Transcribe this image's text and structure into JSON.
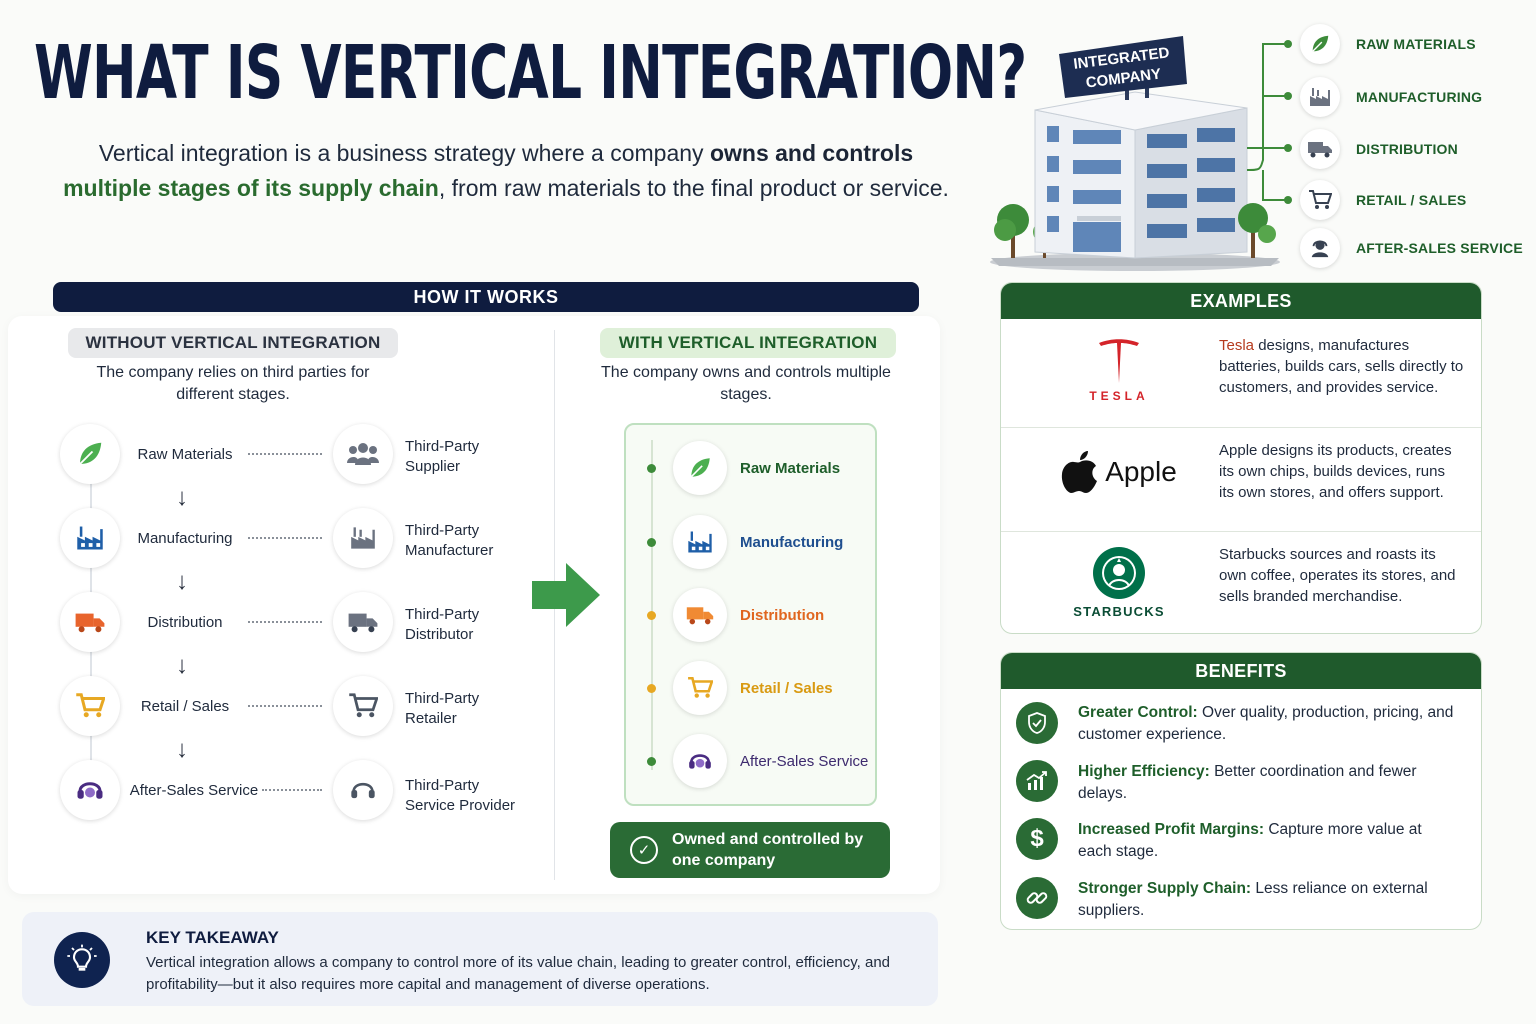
{
  "title": "WHAT IS VERTICAL INTEGRATION?",
  "intro": {
    "part1": "Vertical integration is a business strategy where a company ",
    "bold": "owns and controls",
    "green": "multiple stages of its supply chain",
    "part2": ", from raw materials to the final product or service."
  },
  "building": {
    "sign_line1": "INTEGRATED",
    "sign_line2": "COMPANY"
  },
  "stages_top": [
    {
      "label": "RAW MATERIALS",
      "icon": "leaf-icon"
    },
    {
      "label": "MANUFACTURING",
      "icon": "factory-icon"
    },
    {
      "label": "DISTRIBUTION",
      "icon": "truck-icon"
    },
    {
      "label": "RETAIL / SALES",
      "icon": "cart-icon"
    },
    {
      "label": "AFTER-SALES SERVICE",
      "icon": "headset-icon"
    }
  ],
  "how": {
    "header": "HOW IT WORKS",
    "without": {
      "title": "WITHOUT VERTICAL INTEGRATION",
      "subtitle": "The company relies on third parties for different stages.",
      "stages": [
        "Raw Materials",
        "Manufacturing",
        "Distribution",
        "Retail / Sales",
        "After-Sales Service"
      ],
      "third_party_line1": [
        "Third-Party",
        "Third-Party",
        "Third-Party",
        "Third-Party",
        "Third-Party"
      ],
      "third_party_line2": [
        "Supplier",
        "Manufacturer",
        "Distributor",
        "Retailer",
        "Service Provider"
      ]
    },
    "with": {
      "title": "WITH VERTICAL INTEGRATION",
      "subtitle": "The company owns and controls multiple stages.",
      "stages": [
        "Raw Materials",
        "Manufacturing",
        "Distribution",
        "Retail / Sales",
        "After-Sales Service"
      ],
      "badge": "Owned and controlled by one company"
    }
  },
  "colors": {
    "navy": "#0f1c3f",
    "green": "#2a6b35",
    "raw": "#2e7d32",
    "manufacturing": "#1f5fa8",
    "distribution": "#e8642c",
    "retail": "#e7a823",
    "service": "#4a2c82"
  },
  "takeaway": {
    "title": "KEY TAKEAWAY",
    "text": "Vertical integration allows a company to control more of its value chain, leading to greater control, efficiency, and profitability—but it also requires more capital and management of diverse operations."
  },
  "examples": {
    "header": "EXAMPLES",
    "items": [
      {
        "logo_text": "TESLA",
        "name": "Tesla",
        "text": " designs, manufactures batteries, builds cars, sells directly to customers, and provides service."
      },
      {
        "logo_text": "Apple",
        "name": "",
        "text": "Apple designs its products, creates its own chips, builds devices, runs its own stores, and offers support."
      },
      {
        "logo_text": "STARBUCKS",
        "name": "",
        "text": "Starbucks sources and roasts its own coffee, operates its stores, and sells branded merchandise."
      }
    ]
  },
  "benefits": {
    "header": "BENEFITS",
    "items": [
      {
        "title": "Greater Control:",
        "text": " Over quality, production, pricing, and customer experience.",
        "icon": "shield-check-icon"
      },
      {
        "title": "Higher Efficiency:",
        "text": " Better coordination and fewer delays.",
        "icon": "chart-up-icon"
      },
      {
        "title": "Increased Profit Margins:",
        "text": " Capture more value at each stage.",
        "icon": "dollar-icon"
      },
      {
        "title": "Stronger Supply Chain:",
        "text": " Less reliance on external suppliers.",
        "icon": "link-icon"
      }
    ]
  }
}
